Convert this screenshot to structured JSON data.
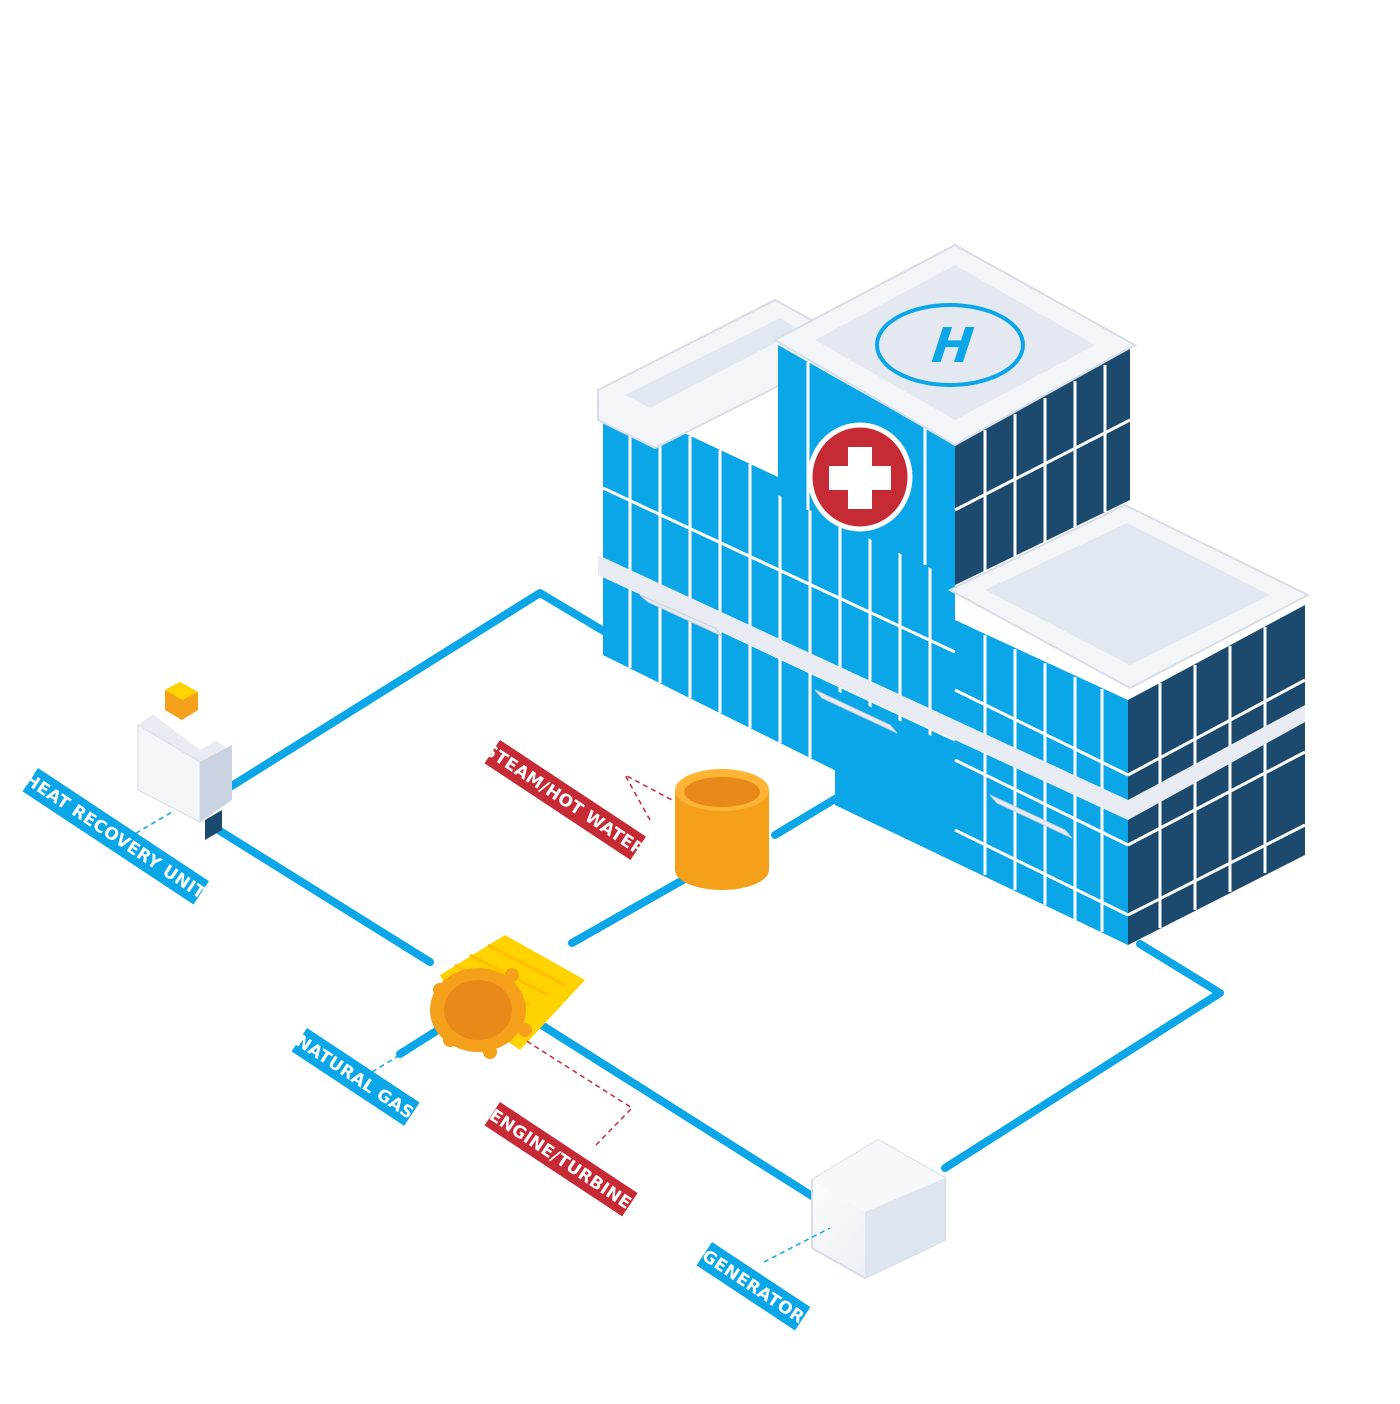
{
  "labels": {
    "heat_recovery": "HEAT RECOVERY UNIT",
    "natural_gas": "NATURAL GAS",
    "steam": "STEAM/HOT WATER",
    "engine": "ENGINE/TURBINE",
    "generator": "GENERATOR",
    "helipad_letter": "H"
  },
  "colors": {
    "pipe": "#0aa6e8",
    "label_blue": "#0aa6e8",
    "label_red": "#c62a35",
    "building_blue": "#0aa6e8",
    "building_dark": "#1c4a6e",
    "roof": "#f3f5f9",
    "tank_orange": "#f5a01a",
    "engine_yellow": "#ffd200",
    "cross_red": "#c62a35"
  },
  "icons": {
    "helipad": "helipad-h-icon",
    "hospital_cross": "hospital-cross-icon"
  }
}
